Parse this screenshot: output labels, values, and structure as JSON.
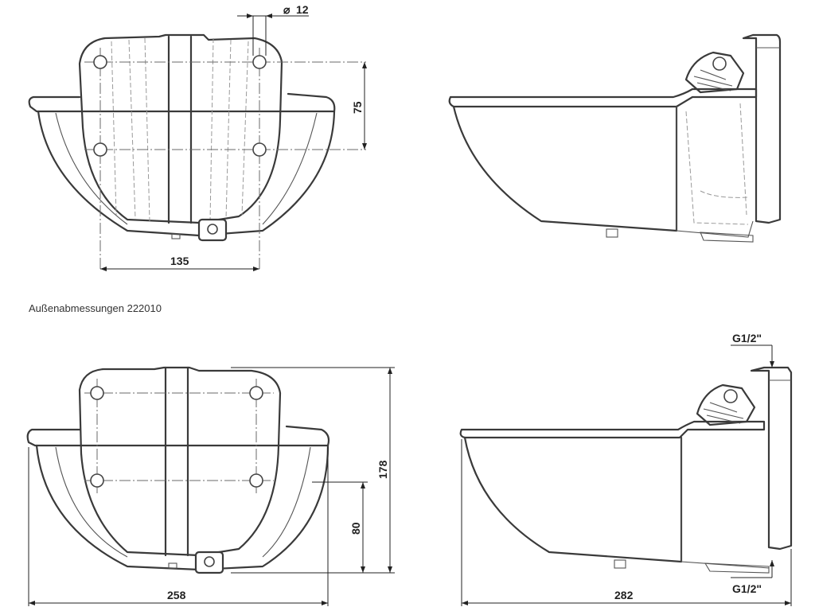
{
  "caption": "Außenabmessungen 222010",
  "dimensions": {
    "hole_diameter": "12",
    "hole_vertical_spacing": "75",
    "hole_horizontal_spacing": "135",
    "width": "258",
    "height": "178",
    "outlet_height": "80",
    "depth": "282",
    "inlet_thread_top": "G1/2\"",
    "inlet_thread_bottom": "G1/2\""
  },
  "symbols": {
    "diameter": "⌀"
  },
  "colors": {
    "line": "#3a3a3a",
    "hidden_line": "#9a9a9a",
    "background": "#ffffff"
  }
}
